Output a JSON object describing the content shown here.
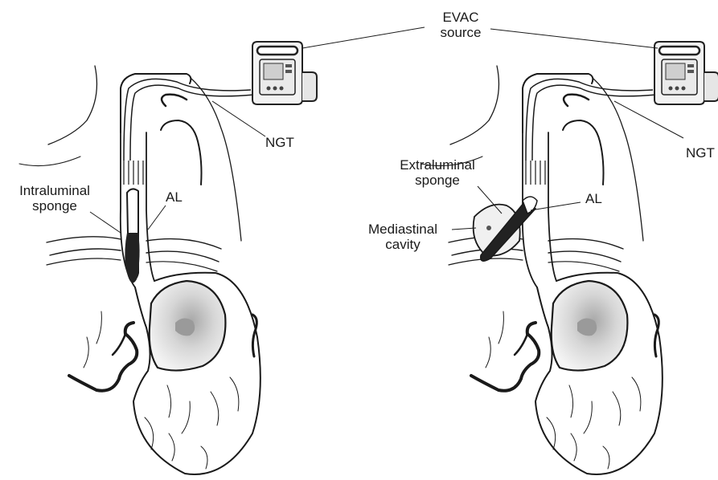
{
  "labels": {
    "evac_line1": "EVAC",
    "evac_line2": "source",
    "ngt_left": "NGT",
    "ngt_right": "NGT",
    "intraluminal_line1": "Intraluminal",
    "intraluminal_line2": "sponge",
    "al_left": "AL",
    "al_right": "AL",
    "extraluminal_line1": "Extraluminal",
    "extraluminal_line2": "sponge",
    "mediastinal_line1": "Mediastinal",
    "mediastinal_line2": "cavity"
  },
  "colors": {
    "line": "#1a1a1a",
    "sponge": "#222222",
    "stomach_shade": "#cfcfcf",
    "stomach_dark": "#9a9a9a",
    "device_screen": "#d8d8d8"
  }
}
